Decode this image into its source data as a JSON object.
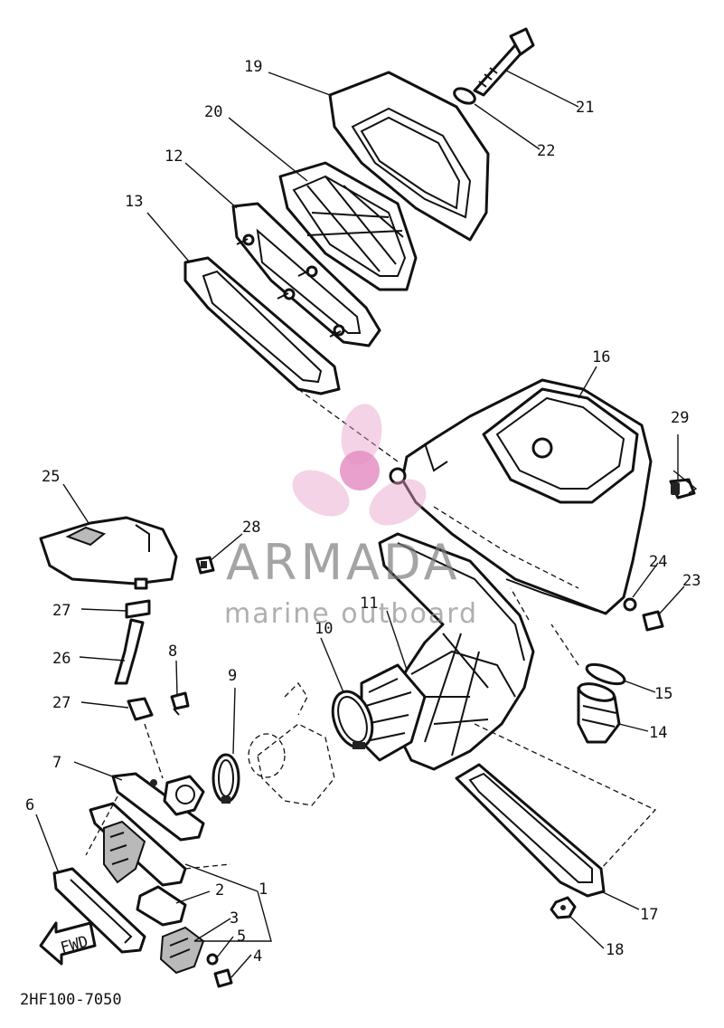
{
  "diagram": {
    "drawing_code": "2HF100-7050",
    "fwd_label": "FWD",
    "callouts": [
      "1",
      "2",
      "3",
      "4",
      "5",
      "6",
      "7",
      "8",
      "9",
      "10",
      "11",
      "12",
      "13",
      "14",
      "15",
      "16",
      "17",
      "18",
      "19",
      "20",
      "21",
      "22",
      "23",
      "24",
      "25",
      "26",
      "27",
      "28",
      "29"
    ]
  },
  "watermark": {
    "brand": "ARMADA",
    "tagline": "marine outboard",
    "colors": {
      "petal": "#e8a0c8",
      "text": "#7a7a7a"
    }
  },
  "colors": {
    "line": "#111111",
    "background": "#ffffff"
  }
}
